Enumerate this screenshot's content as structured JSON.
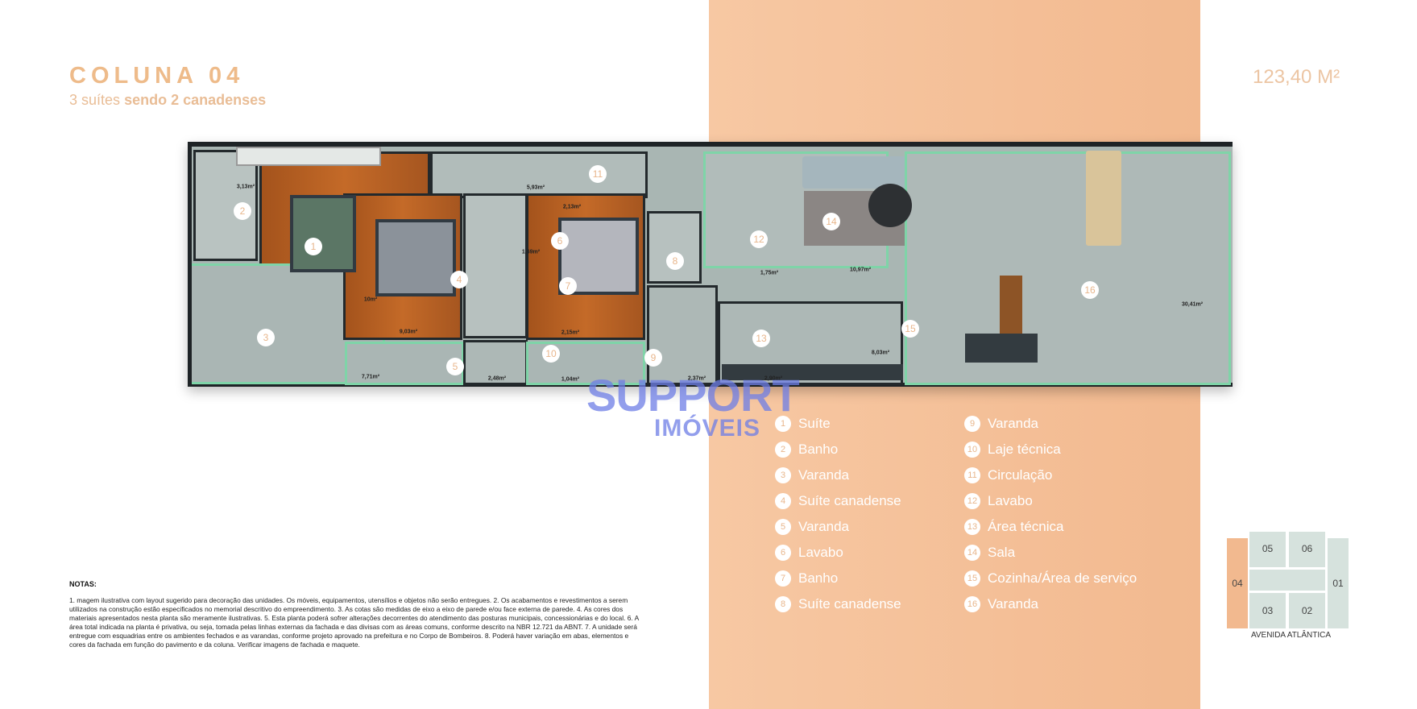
{
  "header": {
    "title": "COLUNA 04",
    "subtitle_light": "3 suítes",
    "subtitle_bold": "sendo 2 canadenses",
    "total_area": "123,40 M²"
  },
  "plan": {
    "markers": [
      "1",
      "2",
      "3",
      "4",
      "5",
      "6",
      "7",
      "8",
      "9",
      "10",
      "11",
      "12",
      "13",
      "14",
      "15",
      "16"
    ],
    "areas": {
      "banho2": "3,13m²",
      "circulacao": "5,93m²",
      "suite1": "10m²",
      "varanda3": "7,71m²",
      "suite4": "9,03m²",
      "varanda5": "2,48m²",
      "lavabo6": "2,13m²",
      "lavabo6b": "1,69m²",
      "banho7": "2,15m²",
      "laje10": "1,04m²",
      "varanda9": "2,37m²",
      "lavabo12": "1,75m²",
      "sala14": "10,97m²",
      "area13": "2,90m²",
      "cozinha15": "8,03m²",
      "varanda16": "30,41m²"
    }
  },
  "legend": [
    {
      "n": "1",
      "label": "Suíte"
    },
    {
      "n": "2",
      "label": "Banho"
    },
    {
      "n": "3",
      "label": "Varanda"
    },
    {
      "n": "4",
      "label": "Suíte canadense"
    },
    {
      "n": "5",
      "label": "Varanda"
    },
    {
      "n": "6",
      "label": "Lavabo"
    },
    {
      "n": "7",
      "label": "Banho"
    },
    {
      "n": "8",
      "label": "Suíte canadense"
    },
    {
      "n": "9",
      "label": "Varanda"
    },
    {
      "n": "10",
      "label": "Laje técnica"
    },
    {
      "n": "11",
      "label": "Circulação"
    },
    {
      "n": "12",
      "label": "Lavabo"
    },
    {
      "n": "13",
      "label": "Área técnica"
    },
    {
      "n": "14",
      "label": "Sala"
    },
    {
      "n": "15",
      "label": "Cozinha/Área de serviço"
    },
    {
      "n": "16",
      "label": "Varanda"
    }
  ],
  "watermark": {
    "line1": "SUPPORT",
    "line2": "IMÓVEIS"
  },
  "notes": {
    "title": "NOTAS:",
    "text": "1. magem ilustrativa com layout sugerido para decoração das unidades. Os móveis, equipamentos, utensílios e objetos não serão entregues. 2. Os acabamentos e revestimentos a serem utilizados na construção estão especificados no memorial descritivo do empreendimento. 3. As cotas são medidas de eixo a eixo de parede e/ou face externa de parede. 4. As cores dos materiais apresentados nesta planta são meramente ilustrativas. 5. Esta planta poderá sofrer alterações decorrentes do atendimento das posturas municipais, concessionárias e do local. 6. A área total indicada na planta é privativa, ou seja, tomada pelas linhas externas da fachada e das divisas com as áreas comuns, conforme descrito na NBR 12.721 da ABNT. 7. A unidade será entregue com esquadrias entre os ambientes fechados e as varandas, conforme projeto aprovado na prefeitura e no Corpo de Bombeiros. 8. Poderá haver variação em abas, elementos e cores da fachada em função do pavimento e da coluna. Verificar imagens de fachada e maquete."
  },
  "key_plan": {
    "units": [
      "04",
      "05",
      "06",
      "01",
      "03",
      "02"
    ],
    "highlighted": "04",
    "street": "AVENIDA ATLÂNTICA",
    "highlight_color": "#f2b98f"
  },
  "colors": {
    "accent": "#eebb8a",
    "panel": "#f4c09a"
  }
}
